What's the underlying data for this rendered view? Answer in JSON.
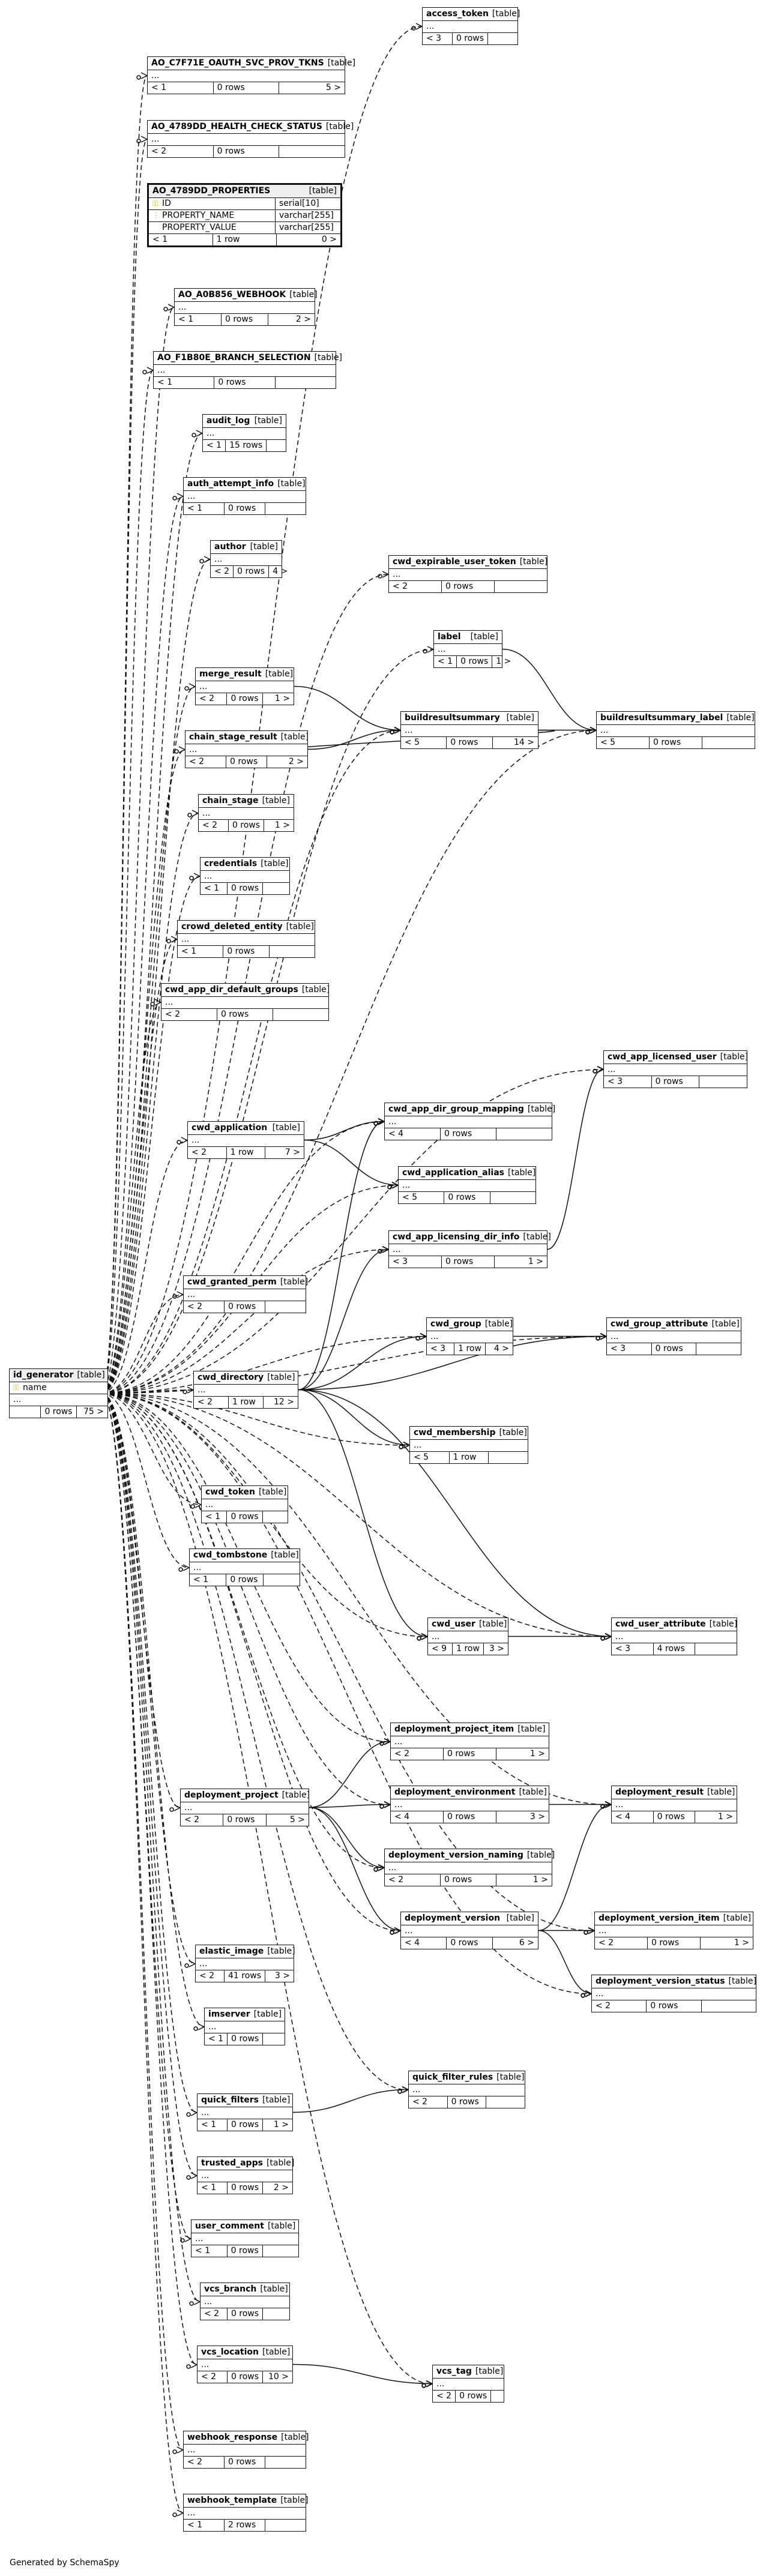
{
  "tables": {
    "access_token": {
      "name": "access_token",
      "kind": "[table]",
      "children": "< 3",
      "rows": "0 rows",
      "parents": ""
    },
    "ao_oauth": {
      "name": "AO_C7F71E_OAUTH_SVC_PROV_TKNS",
      "kind": "[table]",
      "children": "< 1",
      "rows": "0 rows",
      "parents": "5 >"
    },
    "ao_health": {
      "name": "AO_4789DD_HEALTH_CHECK_STATUS",
      "kind": "[table]",
      "children": "< 2",
      "rows": "0 rows",
      "parents": ""
    },
    "ao_properties": {
      "name": "AO_4789DD_PROPERTIES",
      "kind": "[table]",
      "children": "< 1",
      "rows": "1 row",
      "parents": "0 >",
      "columns": [
        {
          "name": "ID",
          "type": "serial[10]",
          "key": "⚿"
        },
        {
          "name": "PROPERTY_NAME",
          "type": "varchar[255]",
          "key": "⋮"
        },
        {
          "name": "PROPERTY_VALUE",
          "type": "varchar[255]",
          "key": ""
        }
      ]
    },
    "ao_webhook": {
      "name": "AO_A0B856_WEBHOOK",
      "kind": "[table]",
      "children": "< 1",
      "rows": "0 rows",
      "parents": "2 >"
    },
    "ao_branch": {
      "name": "AO_F1B80E_BRANCH_SELECTION",
      "kind": "[table]",
      "children": "< 1",
      "rows": "0 rows",
      "parents": ""
    },
    "audit_log": {
      "name": "audit_log",
      "kind": "[table]",
      "children": "< 1",
      "rows": "15 rows",
      "parents": ""
    },
    "auth_attempt_info": {
      "name": "auth_attempt_info",
      "kind": "[table]",
      "children": "< 1",
      "rows": "0 rows",
      "parents": ""
    },
    "author": {
      "name": "author",
      "kind": "[table]",
      "children": "< 2",
      "rows": "0 rows",
      "parents": "4 >"
    },
    "cwd_expirable_user_token": {
      "name": "cwd_expirable_user_token",
      "kind": "[table]",
      "children": "< 2",
      "rows": "0 rows",
      "parents": ""
    },
    "label": {
      "name": "label",
      "kind": "[table]",
      "children": "< 1",
      "rows": "0 rows",
      "parents": "1 >"
    },
    "merge_result": {
      "name": "merge_result",
      "kind": "[table]",
      "children": "< 2",
      "rows": "0 rows",
      "parents": "1 >"
    },
    "buildresultsummary": {
      "name": "buildresultsummary",
      "kind": "[table]",
      "children": "< 5",
      "rows": "0 rows",
      "parents": "14 >"
    },
    "buildresultsummary_label": {
      "name": "buildresultsummary_label",
      "kind": "[table]",
      "children": "< 5",
      "rows": "0 rows",
      "parents": ""
    },
    "chain_stage_result": {
      "name": "chain_stage_result",
      "kind": "[table]",
      "children": "< 2",
      "rows": "0 rows",
      "parents": "2 >"
    },
    "chain_stage": {
      "name": "chain_stage",
      "kind": "[table]",
      "children": "< 2",
      "rows": "0 rows",
      "parents": "1 >"
    },
    "credentials": {
      "name": "credentials",
      "kind": "[table]",
      "children": "< 1",
      "rows": "0 rows",
      "parents": ""
    },
    "crowd_deleted_entity": {
      "name": "crowd_deleted_entity",
      "kind": "[table]",
      "children": "< 1",
      "rows": "0 rows",
      "parents": ""
    },
    "cwd_app_dir_default_groups": {
      "name": "cwd_app_dir_default_groups",
      "kind": "[table]",
      "children": "< 2",
      "rows": "0 rows",
      "parents": ""
    },
    "cwd_app_licensed_user": {
      "name": "cwd_app_licensed_user",
      "kind": "[table]",
      "children": "< 3",
      "rows": "0 rows",
      "parents": ""
    },
    "cwd_app_dir_group_mapping": {
      "name": "cwd_app_dir_group_mapping",
      "kind": "[table]",
      "children": "< 4",
      "rows": "0 rows",
      "parents": ""
    },
    "cwd_application": {
      "name": "cwd_application",
      "kind": "[table]",
      "children": "< 2",
      "rows": "1 row",
      "parents": "7 >"
    },
    "cwd_application_alias": {
      "name": "cwd_application_alias",
      "kind": "[table]",
      "children": "< 5",
      "rows": "0 rows",
      "parents": ""
    },
    "cwd_app_licensing_dir_info": {
      "name": "cwd_app_licensing_dir_info",
      "kind": "[table]",
      "children": "< 3",
      "rows": "0 rows",
      "parents": "1 >"
    },
    "cwd_granted_perm": {
      "name": "cwd_granted_perm",
      "kind": "[table]",
      "children": "< 2",
      "rows": "0 rows",
      "parents": ""
    },
    "cwd_group": {
      "name": "cwd_group",
      "kind": "[table]",
      "children": "< 3",
      "rows": "1 row",
      "parents": "4 >"
    },
    "cwd_group_attribute": {
      "name": "cwd_group_attribute",
      "kind": "[table]",
      "children": "< 3",
      "rows": "0 rows",
      "parents": ""
    },
    "id_generator": {
      "name": "id_generator",
      "kind": "[table]",
      "children": "",
      "rows": "0 rows",
      "parents": "75 >",
      "columns": [
        {
          "name": "name",
          "type": "",
          "key": "⚿"
        }
      ]
    },
    "cwd_directory": {
      "name": "cwd_directory",
      "kind": "[table]",
      "children": "< 2",
      "rows": "1 row",
      "parents": "12 >"
    },
    "cwd_membership": {
      "name": "cwd_membership",
      "kind": "[table]",
      "children": "< 5",
      "rows": "1 row",
      "parents": ""
    },
    "cwd_token": {
      "name": "cwd_token",
      "kind": "[table]",
      "children": "< 1",
      "rows": "0 rows",
      "parents": ""
    },
    "cwd_tombstone": {
      "name": "cwd_tombstone",
      "kind": "[table]",
      "children": "< 1",
      "rows": "0 rows",
      "parents": ""
    },
    "cwd_user": {
      "name": "cwd_user",
      "kind": "[table]",
      "children": "< 9",
      "rows": "1 row",
      "parents": "3 >"
    },
    "cwd_user_attribute": {
      "name": "cwd_user_attribute",
      "kind": "[table]",
      "children": "< 3",
      "rows": "4 rows",
      "parents": ""
    },
    "deployment_project_item": {
      "name": "deployment_project_item",
      "kind": "[table]",
      "children": "< 2",
      "rows": "0 rows",
      "parents": "1 >"
    },
    "deployment_environment": {
      "name": "deployment_environment",
      "kind": "[table]",
      "children": "< 4",
      "rows": "0 rows",
      "parents": "3 >"
    },
    "deployment_project": {
      "name": "deployment_project",
      "kind": "[table]",
      "children": "< 2",
      "rows": "0 rows",
      "parents": "5 >"
    },
    "deployment_result": {
      "name": "deployment_result",
      "kind": "[table]",
      "children": "< 4",
      "rows": "0 rows",
      "parents": "1 >"
    },
    "deployment_version_naming": {
      "name": "deployment_version_naming",
      "kind": "[table]",
      "children": "< 2",
      "rows": "0 rows",
      "parents": "1 >"
    },
    "deployment_version": {
      "name": "deployment_version",
      "kind": "[table]",
      "children": "< 4",
      "rows": "0 rows",
      "parents": "6 >"
    },
    "deployment_version_item": {
      "name": "deployment_version_item",
      "kind": "[table]",
      "children": "< 2",
      "rows": "0 rows",
      "parents": "1 >"
    },
    "elastic_image": {
      "name": "elastic_image",
      "kind": "[table]",
      "children": "< 2",
      "rows": "41 rows",
      "parents": "3 >"
    },
    "deployment_version_status": {
      "name": "deployment_version_status",
      "kind": "[table]",
      "children": "< 2",
      "rows": "0 rows",
      "parents": ""
    },
    "imserver": {
      "name": "imserver",
      "kind": "[table]",
      "children": "< 1",
      "rows": "0 rows",
      "parents": ""
    },
    "quick_filter_rules": {
      "name": "quick_filter_rules",
      "kind": "[table]",
      "children": "< 2",
      "rows": "0 rows",
      "parents": ""
    },
    "quick_filters": {
      "name": "quick_filters",
      "kind": "[table]",
      "children": "< 1",
      "rows": "0 rows",
      "parents": "1 >"
    },
    "trusted_apps": {
      "name": "trusted_apps",
      "kind": "[table]",
      "children": "< 1",
      "rows": "0 rows",
      "parents": "2 >"
    },
    "user_comment": {
      "name": "user_comment",
      "kind": "[table]",
      "children": "< 1",
      "rows": "0 rows",
      "parents": ""
    },
    "vcs_branch": {
      "name": "vcs_branch",
      "kind": "[table]",
      "children": "< 2",
      "rows": "0 rows",
      "parents": ""
    },
    "vcs_location": {
      "name": "vcs_location",
      "kind": "[table]",
      "children": "< 2",
      "rows": "0 rows",
      "parents": "10 >"
    },
    "vcs_tag": {
      "name": "vcs_tag",
      "kind": "[table]",
      "children": "< 2",
      "rows": "0 rows",
      "parents": ""
    },
    "webhook_response": {
      "name": "webhook_response",
      "kind": "[table]",
      "children": "< 2",
      "rows": "0 rows",
      "parents": ""
    },
    "webhook_template": {
      "name": "webhook_template",
      "kind": "[table]",
      "children": "< 1",
      "rows": "2 rows",
      "parents": ""
    }
  },
  "relations": [
    [
      "buildresultsummary",
      "buildresultsummary_label",
      "solid"
    ],
    [
      "label",
      "buildresultsummary_label",
      "solid"
    ],
    [
      "merge_result",
      "buildresultsummary",
      "solid"
    ],
    [
      "chain_stage_result",
      "buildresultsummary",
      "solid"
    ],
    [
      "buildresultsummary",
      "chain_stage_result",
      "solid"
    ],
    [
      "cwd_application",
      "cwd_app_dir_group_mapping",
      "solid"
    ],
    [
      "cwd_application",
      "cwd_application_alias",
      "solid"
    ],
    [
      "cwd_app_licensing_dir_info",
      "cwd_app_licensed_user",
      "solid"
    ],
    [
      "cwd_directory",
      "cwd_app_dir_group_mapping",
      "solid"
    ],
    [
      "cwd_directory",
      "cwd_app_licensing_dir_info",
      "solid"
    ],
    [
      "cwd_directory",
      "cwd_group",
      "solid"
    ],
    [
      "cwd_directory",
      "cwd_group_attribute",
      "solid"
    ],
    [
      "cwd_group",
      "cwd_group_attribute",
      "solid"
    ],
    [
      "cwd_directory",
      "cwd_membership",
      "solid"
    ],
    [
      "cwd_directory",
      "cwd_user",
      "solid"
    ],
    [
      "cwd_directory",
      "cwd_user_attribute",
      "solid"
    ],
    [
      "cwd_user",
      "cwd_user_attribute",
      "solid"
    ],
    [
      "deployment_project",
      "deployment_project_item",
      "solid"
    ],
    [
      "deployment_project",
      "deployment_environment",
      "solid"
    ],
    [
      "deployment_project",
      "deployment_version_naming",
      "solid"
    ],
    [
      "deployment_project",
      "deployment_version",
      "solid"
    ],
    [
      "deployment_environment",
      "deployment_result",
      "solid"
    ],
    [
      "deployment_version",
      "deployment_result",
      "solid"
    ],
    [
      "deployment_version",
      "deployment_version_item",
      "solid"
    ],
    [
      "deployment_version",
      "deployment_version_status",
      "solid"
    ],
    [
      "quick_filters",
      "quick_filter_rules",
      "solid"
    ],
    [
      "vcs_location",
      "vcs_tag",
      "solid"
    ],
    [
      "id_generator",
      "access_token",
      "dashed"
    ],
    [
      "id_generator",
      "ao_oauth",
      "dashed"
    ],
    [
      "id_generator",
      "ao_health",
      "dashed"
    ],
    [
      "id_generator",
      "ao_webhook",
      "dashed"
    ],
    [
      "id_generator",
      "ao_branch",
      "dashed"
    ],
    [
      "id_generator",
      "audit_log",
      "dashed"
    ],
    [
      "id_generator",
      "auth_attempt_info",
      "dashed"
    ],
    [
      "id_generator",
      "author",
      "dashed"
    ],
    [
      "id_generator",
      "cwd_expirable_user_token",
      "dashed"
    ],
    [
      "id_generator",
      "label",
      "dashed"
    ],
    [
      "id_generator",
      "merge_result",
      "dashed"
    ],
    [
      "id_generator",
      "buildresultsummary",
      "dashed"
    ],
    [
      "id_generator",
      "buildresultsummary_label",
      "dashed"
    ],
    [
      "id_generator",
      "chain_stage_result",
      "dashed"
    ],
    [
      "id_generator",
      "chain_stage",
      "dashed"
    ],
    [
      "id_generator",
      "credentials",
      "dashed"
    ],
    [
      "id_generator",
      "crowd_deleted_entity",
      "dashed"
    ],
    [
      "id_generator",
      "cwd_app_dir_default_groups",
      "dashed"
    ],
    [
      "id_generator",
      "cwd_app_licensed_user",
      "dashed"
    ],
    [
      "id_generator",
      "cwd_app_dir_group_mapping",
      "dashed"
    ],
    [
      "id_generator",
      "cwd_application",
      "dashed"
    ],
    [
      "id_generator",
      "cwd_application_alias",
      "dashed"
    ],
    [
      "id_generator",
      "cwd_app_licensing_dir_info",
      "dashed"
    ],
    [
      "id_generator",
      "cwd_granted_perm",
      "dashed"
    ],
    [
      "id_generator",
      "cwd_group",
      "dashed"
    ],
    [
      "id_generator",
      "cwd_group_attribute",
      "dashed"
    ],
    [
      "id_generator",
      "cwd_directory",
      "dashed"
    ],
    [
      "id_generator",
      "cwd_membership",
      "dashed"
    ],
    [
      "id_generator",
      "cwd_token",
      "dashed"
    ],
    [
      "id_generator",
      "cwd_tombstone",
      "dashed"
    ],
    [
      "id_generator",
      "cwd_user",
      "dashed"
    ],
    [
      "id_generator",
      "cwd_user_attribute",
      "dashed"
    ],
    [
      "id_generator",
      "deployment_project_item",
      "dashed"
    ],
    [
      "id_generator",
      "deployment_environment",
      "dashed"
    ],
    [
      "id_generator",
      "deployment_project",
      "dashed"
    ],
    [
      "id_generator",
      "deployment_result",
      "dashed"
    ],
    [
      "id_generator",
      "deployment_version_naming",
      "dashed"
    ],
    [
      "id_generator",
      "deployment_version",
      "dashed"
    ],
    [
      "id_generator",
      "deployment_version_item",
      "dashed"
    ],
    [
      "id_generator",
      "deployment_version_status",
      "dashed"
    ],
    [
      "id_generator",
      "elastic_image",
      "dashed"
    ],
    [
      "id_generator",
      "imserver",
      "dashed"
    ],
    [
      "id_generator",
      "quick_filter_rules",
      "dashed"
    ],
    [
      "id_generator",
      "quick_filters",
      "dashed"
    ],
    [
      "id_generator",
      "trusted_apps",
      "dashed"
    ],
    [
      "id_generator",
      "user_comment",
      "dashed"
    ],
    [
      "id_generator",
      "vcs_branch",
      "dashed"
    ],
    [
      "id_generator",
      "vcs_location",
      "dashed"
    ],
    [
      "id_generator",
      "vcs_tag",
      "dashed"
    ],
    [
      "id_generator",
      "webhook_response",
      "dashed"
    ],
    [
      "id_generator",
      "webhook_template",
      "dashed"
    ]
  ],
  "ellipsis": "...",
  "footer": "Generated by SchemaSpy"
}
